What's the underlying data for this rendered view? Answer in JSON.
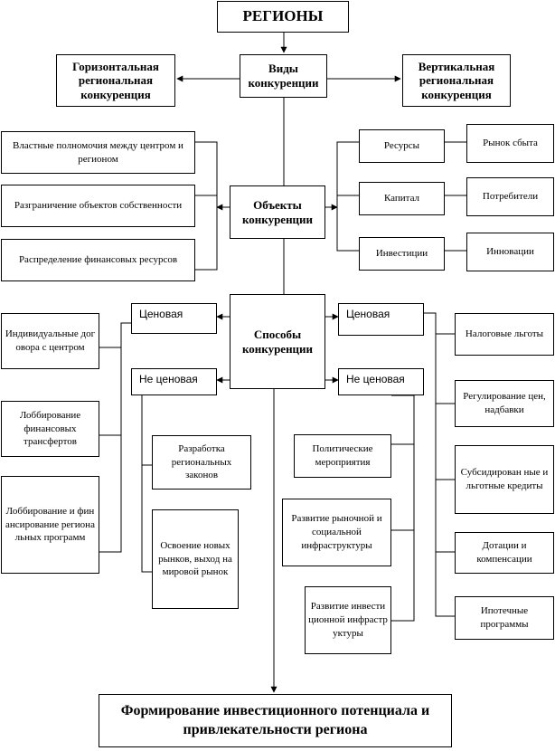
{
  "nodes": {
    "regions": "РЕГИОНЫ",
    "types": "Виды конкуренции",
    "horizontal": "Горизонтальная региональная конкуренция",
    "vertical": "Вертикальная региональная конкуренция",
    "powers": "Властные полномочия между центром и регионом",
    "property": "Разграничение объектов собственности",
    "finance": "Распределение финансовых ресурсов",
    "objects": "Объекты конкуренции",
    "resources": "Ресурсы",
    "capital": "Капитал",
    "investments": "Инвестиции",
    "market": "Рынок сбыта",
    "consumers": "Потребители",
    "innovations": "Инновации",
    "methods": "Способы конкуренции",
    "price_left": "Ценовая",
    "nonprice_left": "Не ценовая",
    "price_right": "Ценовая",
    "nonprice_right": "Не ценовая",
    "individual": "Индивидуальные договора с центром",
    "lobby_transfers": "Лоббирование финансовых трансфертов",
    "lobby_programs": "Лоббирование и финансирование региональных программ",
    "laws": "Разработка региональных законов",
    "new_markets": "Освоение новых рынков, выход на мировой рынок",
    "political": "Политические мероприятия",
    "market_infra": "Развитие рыночной и социальной инфраструктуры",
    "invest_infra": "Развитие инвестиционной инфраструктуры",
    "tax": "Налоговые льготы",
    "prices": "Регулирование цен, надбавки",
    "subsidies": "Субсидированные и льготные кредиты",
    "subsidies_display": "Субсидирован ные и льготные кредиты",
    "grants": "Дотации и компенсации",
    "mortgage": "Ипотечные программы",
    "result": "Формирование инвестиционного потенциала и привлекательности региона"
  }
}
